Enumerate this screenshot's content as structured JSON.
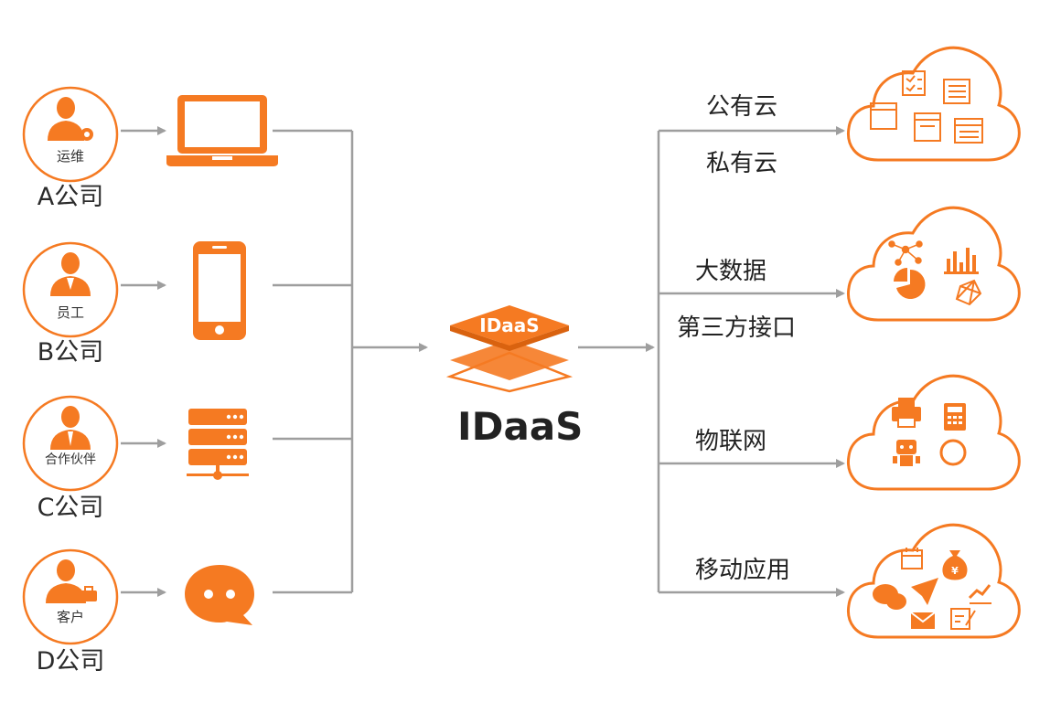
{
  "colors": {
    "accent": "#F57A22",
    "line": "#9e9e9e",
    "text": "#222222"
  },
  "left": {
    "groups": [
      {
        "role": "运维",
        "company": "A公司",
        "device_icon": "laptop-icon",
        "badge_icon": "gear-icon"
      },
      {
        "role": "员工",
        "company": "B公司",
        "device_icon": "smartphone-icon",
        "badge_icon": ""
      },
      {
        "role": "合作伙伴",
        "company": "C公司",
        "device_icon": "server-icon",
        "badge_icon": ""
      },
      {
        "role": "客户",
        "company": "D公司",
        "device_icon": "chat-bubble-icon",
        "badge_icon": "briefcase-icon"
      }
    ]
  },
  "center": {
    "logo_text": "IDaaS",
    "caption": "IDaaS"
  },
  "right": {
    "targets": [
      {
        "labels": [
          "公有云",
          "私有云"
        ],
        "cloud_icons": [
          "checklist-icon",
          "list-icon",
          "window-icon",
          "browser-icon",
          "table-icon"
        ]
      },
      {
        "labels": [
          "大数据",
          "第三方接口"
        ],
        "cloud_icons": [
          "network-graph-icon",
          "bar-chart-icon",
          "pie-chart-icon",
          "molecule-icon"
        ]
      },
      {
        "labels": [
          "物联网"
        ],
        "cloud_icons": [
          "printer-icon",
          "calculator-icon",
          "robot-icon",
          "smartwatch-icon"
        ]
      },
      {
        "labels": [
          "移动应用"
        ],
        "cloud_icons": [
          "calendar-icon",
          "money-bag-icon",
          "wechat-icon",
          "paper-plane-icon",
          "trend-chart-icon",
          "mail-icon",
          "edit-icon"
        ]
      }
    ]
  }
}
